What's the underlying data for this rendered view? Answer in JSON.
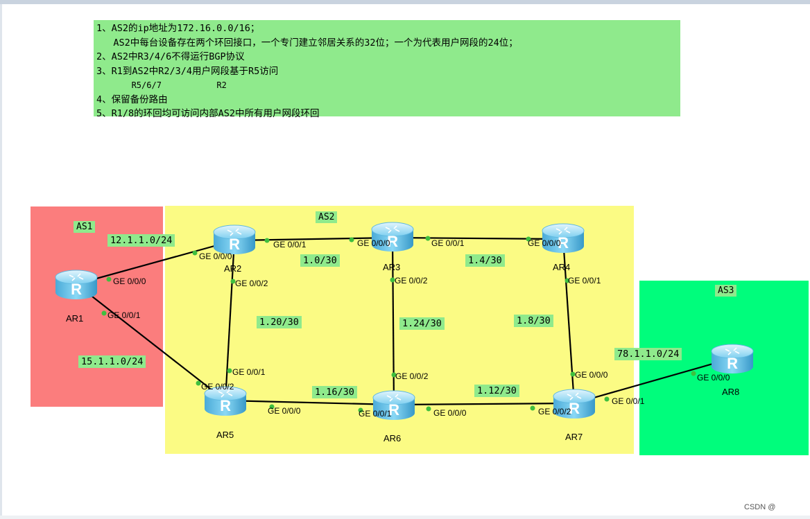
{
  "requirements": [
    "1、AS2的ip地址为172.16.0.0/16；",
    "   AS2中每台设备存在两个环回接口，一个专门建立邻居关系的32位；一个为代表用户网段的24位；",
    "2、AS2中R3/4/6不得运行BGP协议",
    "3、R1到AS2中R2/3/4用户网段基于R5访问",
    "       R5/6/7           R2",
    "4、保留备份路由",
    "5、R1/8的环回均可访问内部AS2中所有用户网段环回"
  ],
  "areas": {
    "as1": {
      "label": "AS1",
      "color": "#fb7d7d"
    },
    "as2": {
      "label": "AS2",
      "color": "#fbfb84"
    },
    "as3": {
      "label": "AS3",
      "color": "#00fd7c"
    }
  },
  "routers": {
    "ar1": {
      "name": "AR1",
      "icon": "router-icon"
    },
    "ar2": {
      "name": "AR2",
      "icon": "router-icon"
    },
    "ar3": {
      "name": "AR3",
      "icon": "router-icon"
    },
    "ar4": {
      "name": "AR4",
      "icon": "router-icon"
    },
    "ar5": {
      "name": "AR5",
      "icon": "router-icon"
    },
    "ar6": {
      "name": "AR6",
      "icon": "router-icon"
    },
    "ar7": {
      "name": "AR7",
      "icon": "router-icon"
    },
    "ar8": {
      "name": "AR8",
      "icon": "router-icon"
    }
  },
  "networks": {
    "n_12": "12.1.1.0/24",
    "n_15": "15.1.1.0/24",
    "n_23": "1.0/30",
    "n_34": "1.4/30",
    "n_25": "1.20/30",
    "n_36": "1.24/30",
    "n_47": "1.8/30",
    "n_56": "1.16/30",
    "n_67": "1.12/30",
    "n_78": "78.1.1.0/24"
  },
  "ports": {
    "ar1_g000": "GE 0/0/0",
    "ar1_g001": "GE 0/0/1",
    "ar2_g000": "GE 0/0/0",
    "ar2_g001": "GE 0/0/1",
    "ar2_g002": "GE 0/0/2",
    "ar3_g000": "GE 0/0/0",
    "ar3_g001": "GE 0/0/1",
    "ar3_g002": "GE 0/0/2",
    "ar4_g000": "GE 0/0/0",
    "ar4_g001": "GE 0/0/1",
    "ar5_g001": "GE 0/0/1",
    "ar5_g002": "GE 0/0/2",
    "ar5_g000": "GE 0/0/0",
    "ar6_g001": "GE 0/0/1",
    "ar6_g002": "GE 0/0/2",
    "ar6_g000": "GE 0/0/0",
    "ar7_g000": "GE 0/0/0",
    "ar7_g002": "GE 0/0/2",
    "ar7_g001": "GE 0/0/1",
    "ar8_g000": "GE 0/0/0"
  },
  "link_color": "#000000",
  "port_dot_color": "#3fbf3f",
  "watermark": "CSDN @"
}
